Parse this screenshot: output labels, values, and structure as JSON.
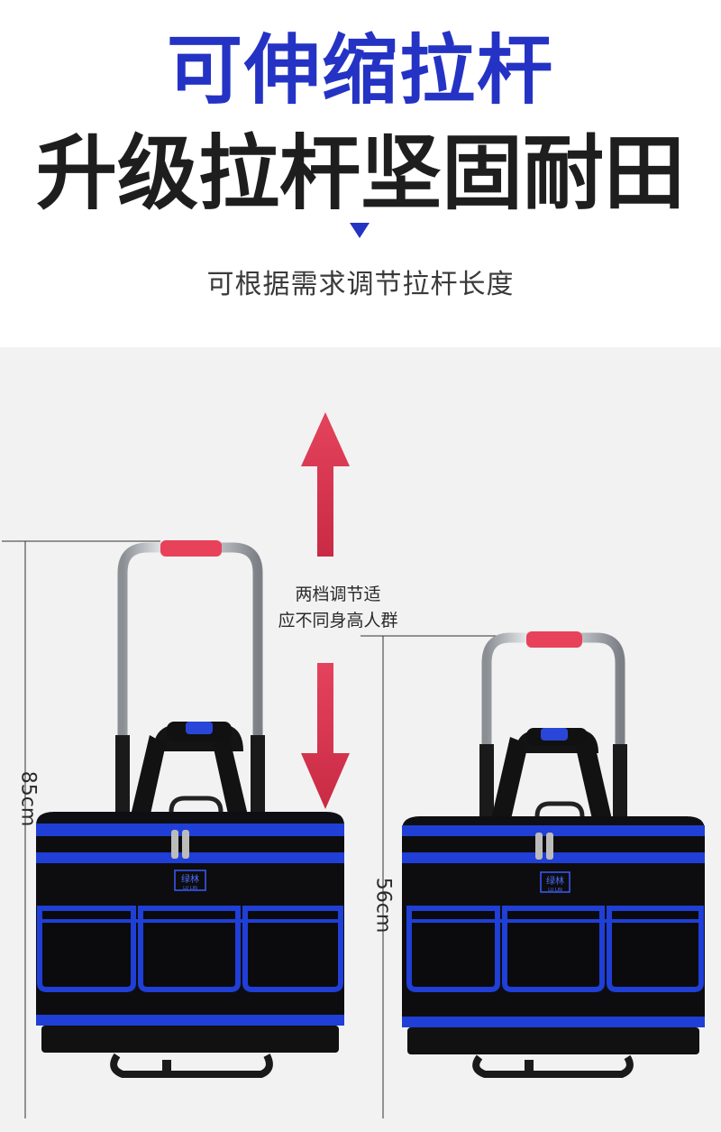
{
  "header": {
    "title_blue": "可伸缩拉杆",
    "title_dark": "升级拉杆坚固耐田",
    "subtitle": "可根据需求调节拉杆长度"
  },
  "stage": {
    "note_line1": "两档调节适",
    "note_line2": "应不同身高人群",
    "dim_tall": "85cm",
    "dim_short": "56cm",
    "logo_text": "绿林",
    "logo_sub": "LU LIN"
  },
  "colors": {
    "brand_blue": "#2433c4",
    "arrow_red": "#d9354e",
    "bag_black": "#0d0d0f",
    "bag_trim": "#1f3fd6",
    "handle_pink": "#e8415a"
  }
}
